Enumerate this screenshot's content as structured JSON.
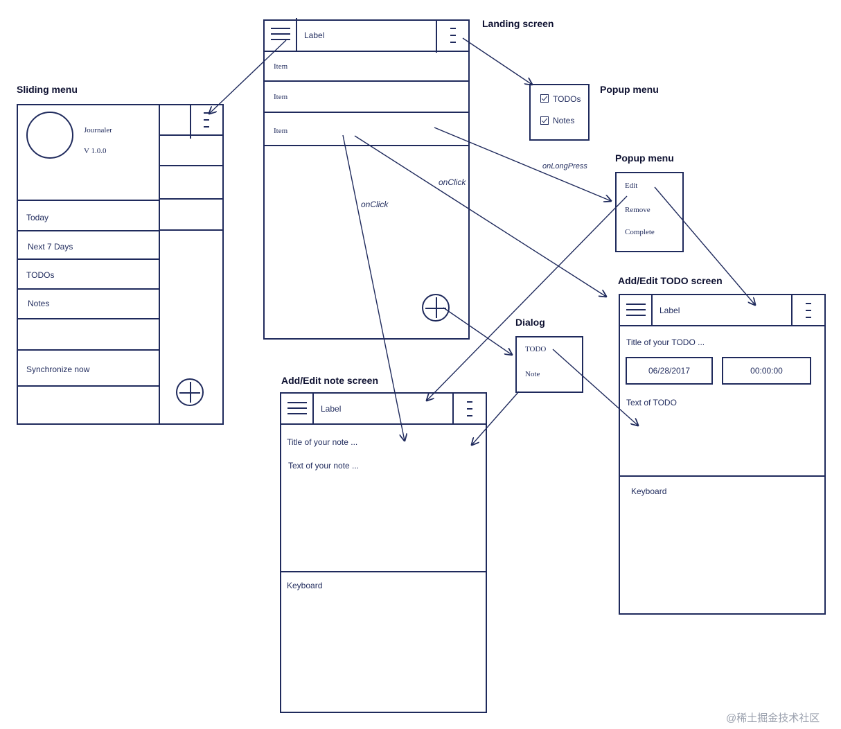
{
  "headings": {
    "sliding_menu": "Sliding menu",
    "landing_screen": "Landing screen",
    "popup_menu_1": "Popup menu",
    "popup_menu_2": "Popup menu",
    "add_edit_todo": "Add/Edit TODO screen",
    "dialog": "Dialog",
    "add_edit_note": "Add/Edit note screen"
  },
  "sliding_menu": {
    "app_name": "Journaler",
    "version": "V 1.0.0",
    "items": [
      "Today",
      "Next 7 Days",
      "TODOs",
      "Notes",
      "",
      "Synchronize now",
      ""
    ],
    "fab_icon": "plus-circle-icon"
  },
  "landing": {
    "toolbar_label": "Label",
    "items": [
      "Item",
      "Item",
      "Item"
    ],
    "fab_icon": "plus-circle-icon"
  },
  "popup1": {
    "items": [
      "TODOs",
      "Notes"
    ]
  },
  "popup2": {
    "items": [
      "Edit",
      "Remove",
      "Complete"
    ]
  },
  "todo_screen": {
    "toolbar_label": "Label",
    "title_placeholder": "Title of your TODO ...",
    "date": "06/28/2017",
    "time": "00:00:00",
    "text_placeholder": "Text of TODO",
    "keyboard": "Keyboard"
  },
  "dialog": {
    "items": [
      "TODO",
      "Note"
    ]
  },
  "note_screen": {
    "toolbar_label": "Label",
    "title_placeholder": "Title of your note ...",
    "text_placeholder": "Text of your note ...",
    "keyboard": "Keyboard"
  },
  "edge_labels": {
    "onclick_1": "onClick",
    "onclick_2": "onClick",
    "onlongpress": "onLongPress"
  },
  "watermark": "@稀土掘金技术社区",
  "colors": {
    "ink": "#1f2a5c",
    "background": "#ffffff"
  }
}
